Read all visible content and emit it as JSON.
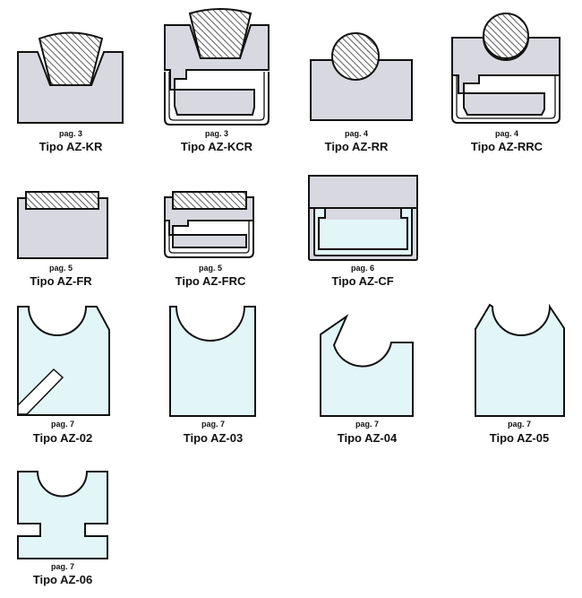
{
  "items": [
    {
      "id": "az-kr",
      "page": "pag. 3",
      "title": "Tipo AZ-KR"
    },
    {
      "id": "az-kcr",
      "page": "pag. 3",
      "title": "Tipo AZ-KCR"
    },
    {
      "id": "az-rr",
      "page": "pag. 4",
      "title": "Tipo AZ-RR"
    },
    {
      "id": "az-rrc",
      "page": "pag. 4",
      "title": "Tipo AZ-RRC"
    },
    {
      "id": "az-fr",
      "page": "pag. 5",
      "title": "Tipo AZ-FR"
    },
    {
      "id": "az-frc",
      "page": "pag. 5",
      "title": "Tipo AZ-FRC"
    },
    {
      "id": "az-cf",
      "page": "pag. 6",
      "title": "Tipo AZ-CF"
    },
    {
      "id": "az-02",
      "page": "pag. 7",
      "title": "Tipo AZ-02"
    },
    {
      "id": "az-03",
      "page": "pag. 7",
      "title": "Tipo AZ-03"
    },
    {
      "id": "az-04",
      "page": "pag. 7",
      "title": "Tipo AZ-04"
    },
    {
      "id": "az-05",
      "page": "pag. 7",
      "title": "Tipo AZ-05"
    },
    {
      "id": "az-06",
      "page": "pag. 7",
      "title": "Tipo AZ-06"
    }
  ],
  "colors": {
    "grey_body": "#d8d8e0",
    "light_blue_body": "#e2f6f8",
    "outline": "#111111"
  }
}
